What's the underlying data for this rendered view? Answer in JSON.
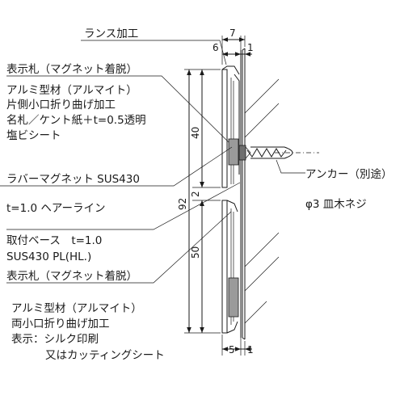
{
  "labels": {
    "lance": "ランス加工",
    "plate_top_title": "表示札（マグネット着脱）",
    "plate_top_line1": "アルミ型材（アルマイト）",
    "plate_top_line2": "片側小口折り曲げ加工",
    "plate_top_line3": "名札／ケント紙＋t=0.5透明",
    "plate_top_line4": "塩ビシート",
    "rubber_line1": "ラバーマグネット SUS430",
    "rubber_line2": "t=1.0 ヘアーライン",
    "base_line1": "取付ベース　t=1.0",
    "base_line2": "SUS430 PL(HL.)",
    "plate_bot_title": "表示札（マグネット着脱）",
    "plate_bot_line1": "アルミ型材（アルマイト）",
    "plate_bot_line2": "両小口折り曲げ加工",
    "plate_bot_line3": "表示：シルク印刷",
    "plate_bot_line4": "又はカッティングシート",
    "anchor_line1": "アンカー（別途）",
    "anchor_line2": "φ3 皿木ネジ"
  },
  "dimensions": {
    "top_total": "7",
    "top_left": "6",
    "top_right": "1",
    "total_height": "92",
    "upper_height": "40",
    "gap": "2",
    "lower_height": "50",
    "bottom_left": "5",
    "bottom_right": "1"
  }
}
